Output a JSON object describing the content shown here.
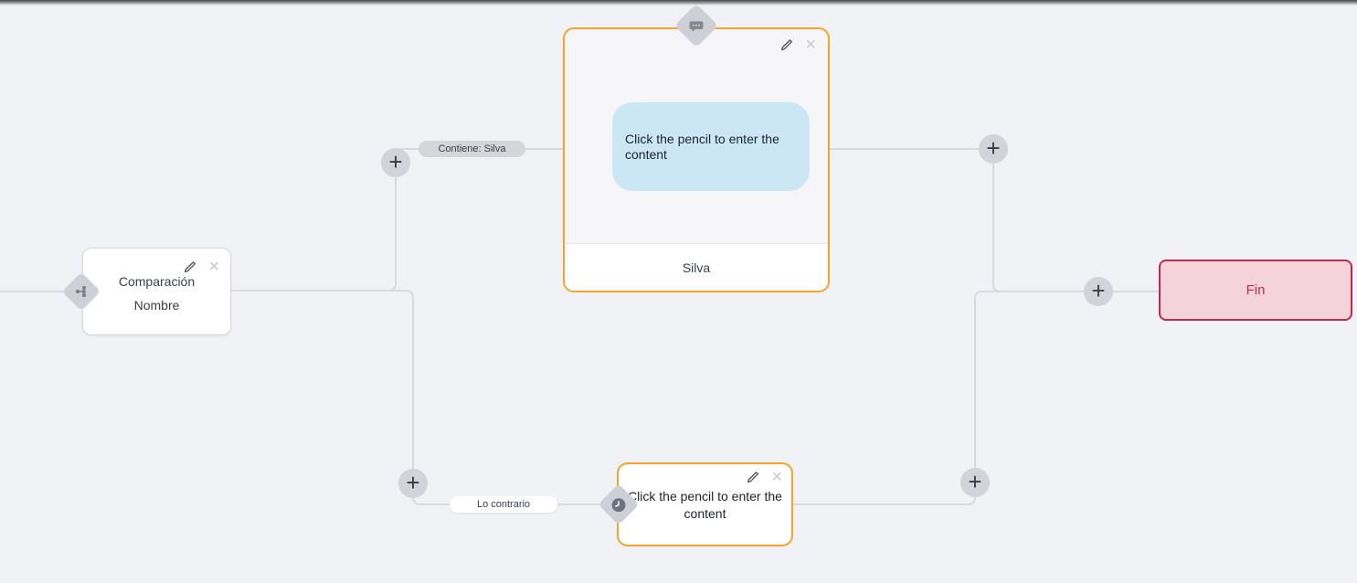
{
  "ui": {
    "plus_glyph": "+",
    "close_glyph": "×"
  },
  "palette": {
    "background": "#F1F2F5",
    "connector": "#D8DADF",
    "accent_orange": "#F8A22D",
    "bubble_blue": "#CBE7F6",
    "end_fill": "#F5D3DA",
    "end_accent": "#C2294B"
  },
  "condition_node": {
    "title_line1": "Comparación",
    "title_line2": "Nombre",
    "icon": "branch-icon"
  },
  "edges": {
    "top_condition_label": "Contiene: Silva",
    "bottom_condition_label": "Lo contrario"
  },
  "message_node": {
    "icon": "chat-bubble-icon",
    "bubble_text": "Click the pencil to enter the content",
    "footer_label": "Silva"
  },
  "delay_node": {
    "icon": "clock-icon",
    "placeholder_text": "Click the pencil to enter the content"
  },
  "end_node": {
    "label": "Fin"
  }
}
